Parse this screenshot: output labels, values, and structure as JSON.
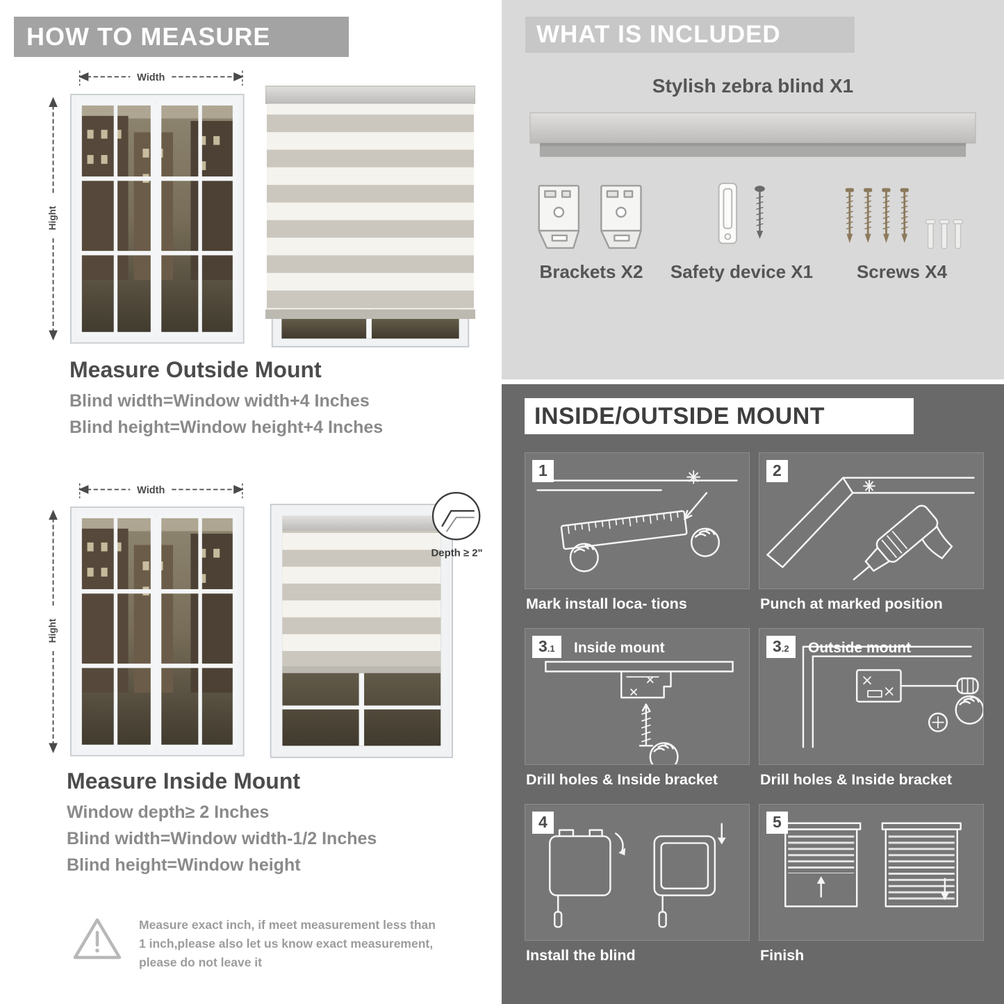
{
  "colors": {
    "header_gray": "#a3a3a3",
    "included_bg": "#d9d9d9",
    "included_header_bg": "#c7c7c7",
    "mount_bg": "#696969",
    "panel_bg": "#767676",
    "heading_text": "#4c4c4c",
    "body_text": "#8a8a8a"
  },
  "left": {
    "header": "HOW TO MEASURE",
    "outside": {
      "width_label": "Width",
      "height_label": "Hight",
      "title": "Measure Outside Mount",
      "lines": [
        "Blind width=Window width+4 Inches",
        "Blind height=Window height+4 Inches"
      ]
    },
    "inside": {
      "width_label": "Width",
      "height_label": "Hight",
      "depth_callout": "Depth ≥ 2\"",
      "title": "Measure Inside Mount",
      "lines": [
        "Window depth≥ 2 Inches",
        "Blind width=Window width-1/2 Inches",
        "Blind height=Window height"
      ]
    },
    "warning_text": "Measure exact inch, if meet measurement less than 1 inch,please also let us know exact measurement, please do not leave it"
  },
  "right": {
    "included": {
      "header": "WHAT IS INCLUDED",
      "product_label": "Stylish zebra blind X1",
      "parts": [
        {
          "name": "brackets",
          "label": "Brackets X2"
        },
        {
          "name": "safety-device",
          "label": "Safety device X1"
        },
        {
          "name": "screws",
          "label": "Screws X4"
        }
      ]
    },
    "mount": {
      "header": "INSIDE/OUTSIDE MOUNT",
      "steps": [
        {
          "num": "1",
          "caption": "Mark install loca- tions"
        },
        {
          "num": "2",
          "caption": "Punch at marked position"
        },
        {
          "num": "3",
          "sub": ".1",
          "label": "Inside mount",
          "caption": "Drill holes & Inside bracket"
        },
        {
          "num": "3",
          "sub": ".2",
          "label": "Outside mount",
          "caption": "Drill holes & Inside bracket"
        },
        {
          "num": "4",
          "caption": "Install the blind"
        },
        {
          "num": "5",
          "caption": "Finish"
        }
      ]
    }
  }
}
